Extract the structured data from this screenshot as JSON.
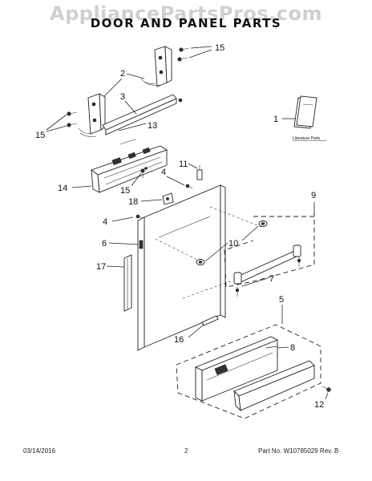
{
  "watermark": "AppliancePartsPros.com",
  "title": "DOOR AND PANEL PARTS",
  "literature_label": "Literature Parts",
  "callouts": {
    "c1": "1",
    "c2": "2",
    "c3": "3",
    "c4a": "4",
    "c4b": "4",
    "c5": "5",
    "c6": "6",
    "c7": "7",
    "c8": "8",
    "c9": "9",
    "c10": "10",
    "c11": "11",
    "c12": "12",
    "c13": "13",
    "c14": "14",
    "c15a": "15",
    "c15b": "15",
    "c15c": "15",
    "c16": "16",
    "c17": "17",
    "c18": "18"
  },
  "footer": {
    "date": "03/14/2016",
    "page": "2",
    "part_no": "Part No. W10785029  Rev. B"
  }
}
